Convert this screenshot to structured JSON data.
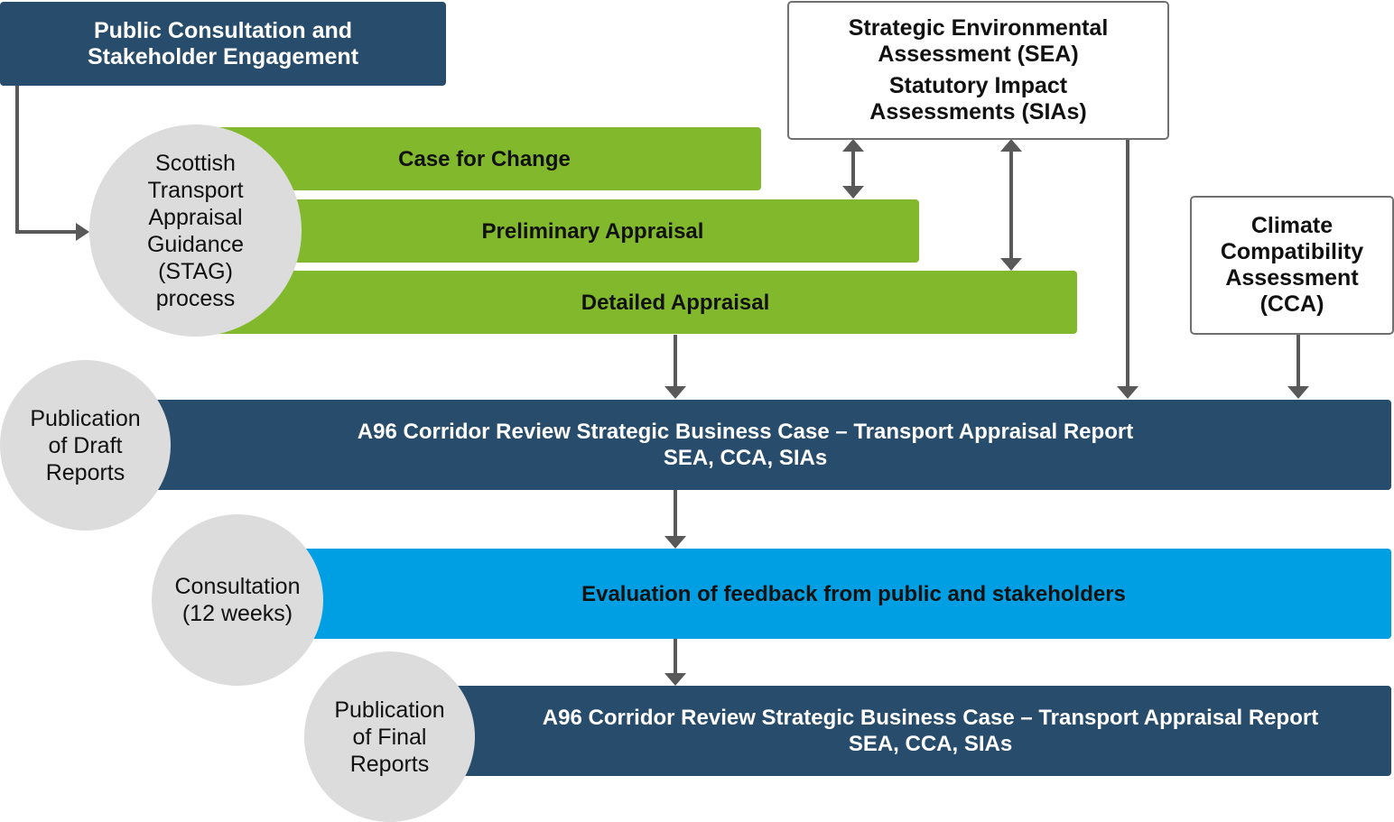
{
  "public_consultation": {
    "line1": "Public Consultation and",
    "line2": "Stakeholder Engagement"
  },
  "sea_box": {
    "line1": "Strategic Environmental",
    "line2": "Assessment (SEA)",
    "line3": "Statutory Impact",
    "line4": "Assessments (SIAs)"
  },
  "cca_box": {
    "line1": "Climate",
    "line2": "Compatibility",
    "line3": "Assessment",
    "line4": "(CCA)"
  },
  "stag_circle": {
    "lines": [
      "Scottish",
      "Transport",
      "Appraisal",
      "Guidance",
      "(STAG)",
      "process"
    ]
  },
  "stages": {
    "case_for_change": "Case for Change",
    "preliminary_appraisal": "Preliminary Appraisal",
    "detailed_appraisal": "Detailed Appraisal"
  },
  "draft_circle": {
    "lines": [
      "Publication",
      "of Draft",
      "Reports"
    ]
  },
  "draft_report": {
    "line1": "A96 Corridor Review Strategic Business Case – Transport Appraisal Report",
    "line2": "SEA, CCA, SIAs"
  },
  "consultation_circle": {
    "lines": [
      "Consultation",
      "(12 weeks)"
    ]
  },
  "evaluation": {
    "label": "Evaluation of feedback from public and stakeholders"
  },
  "final_circle": {
    "lines": [
      "Publication",
      "of Final",
      "Reports"
    ]
  },
  "final_report": {
    "line1": "A96 Corridor Review Strategic Business Case – Transport Appraisal Report",
    "line2": "SEA, CCA, SIAs"
  },
  "colors": {
    "navy": "#284c6b",
    "green": "#82b92c",
    "blue": "#009fe3",
    "circle_grey": "#dcdcdc",
    "arrow_grey": "#595959"
  }
}
